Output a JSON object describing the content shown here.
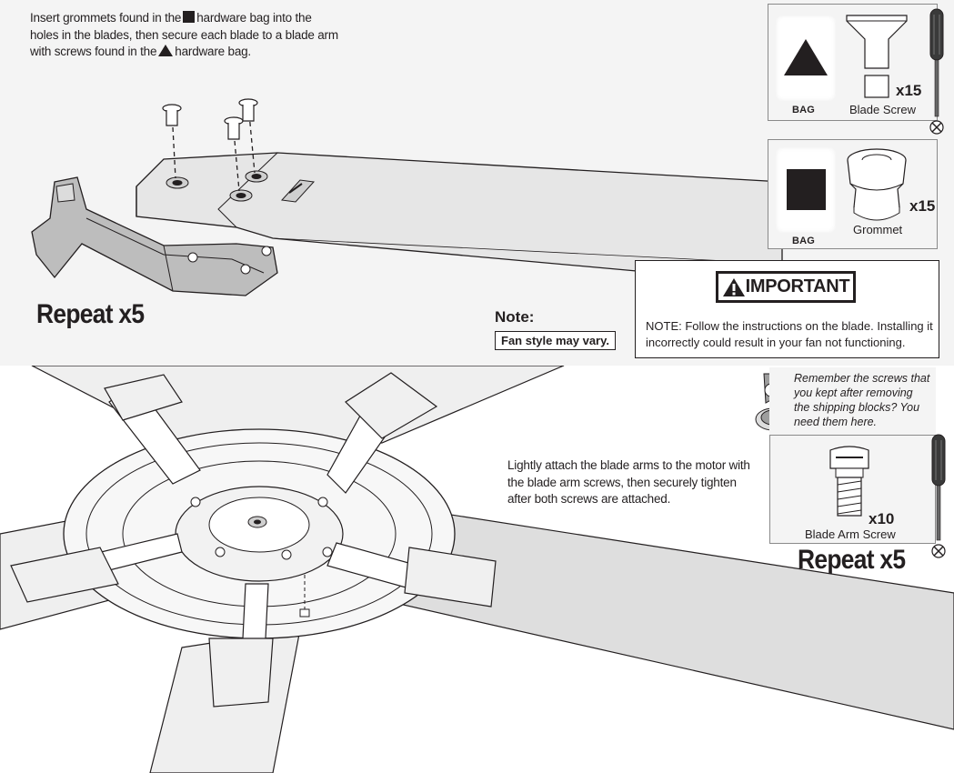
{
  "top": {
    "instruction": {
      "line1_a": "Insert grommets found in the",
      "line1_b": "hardware bag into the",
      "line2": "holes in the blades, then secure each blade to a blade arm",
      "line3_a": "with screws found in the",
      "line3_b": "hardware bag."
    },
    "repeat_label": "Repeat x5",
    "note_label": "Note:",
    "fan_style_note": "Fan style may vary.",
    "hardware": [
      {
        "bag_symbol": "triangle",
        "bag_label": "BAG",
        "name": "Blade Screw",
        "qty": "x15",
        "icon": "blade-screw-icon"
      },
      {
        "bag_symbol": "square",
        "bag_label": "BAG",
        "name": "Grommet",
        "qty": "x15",
        "icon": "grommet-icon"
      }
    ],
    "important": {
      "badge": "IMPORTANT",
      "text": "NOTE: Follow the instructions on the blade. Installing it incorrectly could result in your fan not functioning."
    }
  },
  "bottom": {
    "instruction": {
      "line1": "Lightly attach the blade arms to the motor with",
      "line2": "the blade arm screws, then securely tighten",
      "line3": "after both screws are attached."
    },
    "remember_note": "Remember the screws that you kept after removing the shipping blocks? You need them here.",
    "hardware": {
      "name": "Blade Arm Screw",
      "qty": "x10",
      "icon": "blade-arm-screw-icon"
    },
    "repeat_label": "Repeat x5"
  },
  "colors": {
    "ink": "#231f20",
    "panel_gray": "#f4f4f4",
    "blade_gray": "#dedede"
  }
}
